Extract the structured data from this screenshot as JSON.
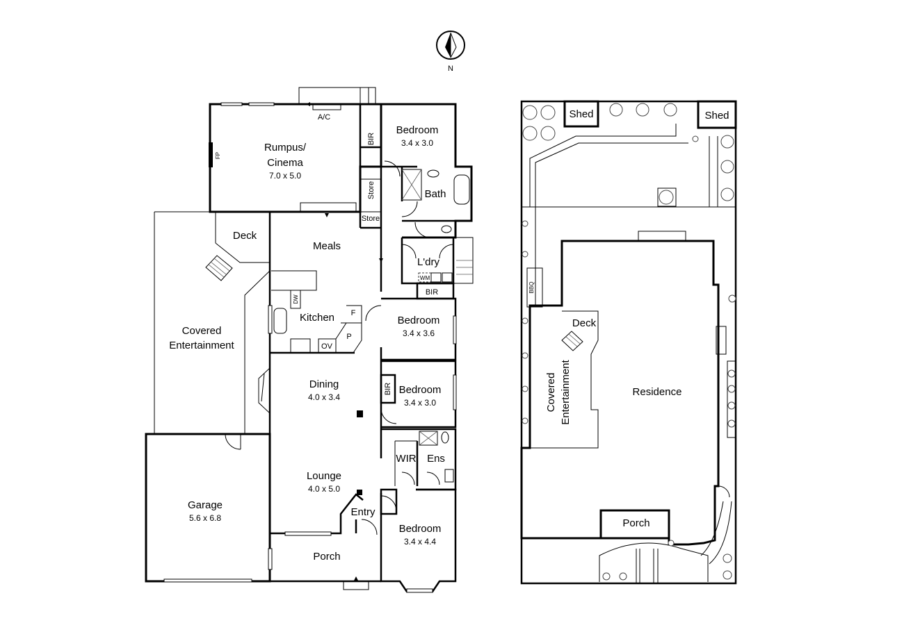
{
  "compass": {
    "label": "N",
    "icon": "north-arrow-icon"
  },
  "floorplan": {
    "rumpus": {
      "name": "Rumpus/",
      "name2": "Cinema",
      "dim": "7.0 x 5.0"
    },
    "ac": "A/C",
    "fp": "FP",
    "bir_top": "BIR",
    "store1": "Store",
    "store2": "Store",
    "bedroom1": {
      "name": "Bedroom",
      "dim": "3.4 x 3.0"
    },
    "bath": "Bath",
    "deck": "Deck",
    "meals": "Meals",
    "laundry": "L'dry",
    "wm": "WM",
    "bir_laundry": "BIR",
    "kitchen": "Kitchen",
    "dw": "DW",
    "f": "F",
    "p": "P",
    "ov": "OV",
    "covered": {
      "line1": "Covered",
      "line2": "Entertainment"
    },
    "bedroom2": {
      "name": "Bedroom",
      "dim": "3.4 x 3.6"
    },
    "dining": {
      "name": "Dining",
      "dim": "4.0 x 3.4"
    },
    "bir_bed3": "BIR",
    "bedroom3": {
      "name": "Bedroom",
      "dim": "3.4 x 3.0"
    },
    "wir": "WIR",
    "ens": "Ens",
    "lounge": {
      "name": "Lounge",
      "dim": "4.0 x 5.0"
    },
    "garage": {
      "name": "Garage",
      "dim": "5.6 x 6.8"
    },
    "entry": "Entry",
    "bedroom4": {
      "name": "Bedroom",
      "dim": "3.4 x 4.4"
    },
    "porch": "Porch"
  },
  "siteplan": {
    "shed1": "Shed",
    "shed2": "Shed",
    "bbq": "BBQ",
    "deck": "Deck",
    "covered": {
      "line1": "Covered",
      "line2": "Entertainment"
    },
    "residence": "Residence",
    "porch": "Porch"
  }
}
